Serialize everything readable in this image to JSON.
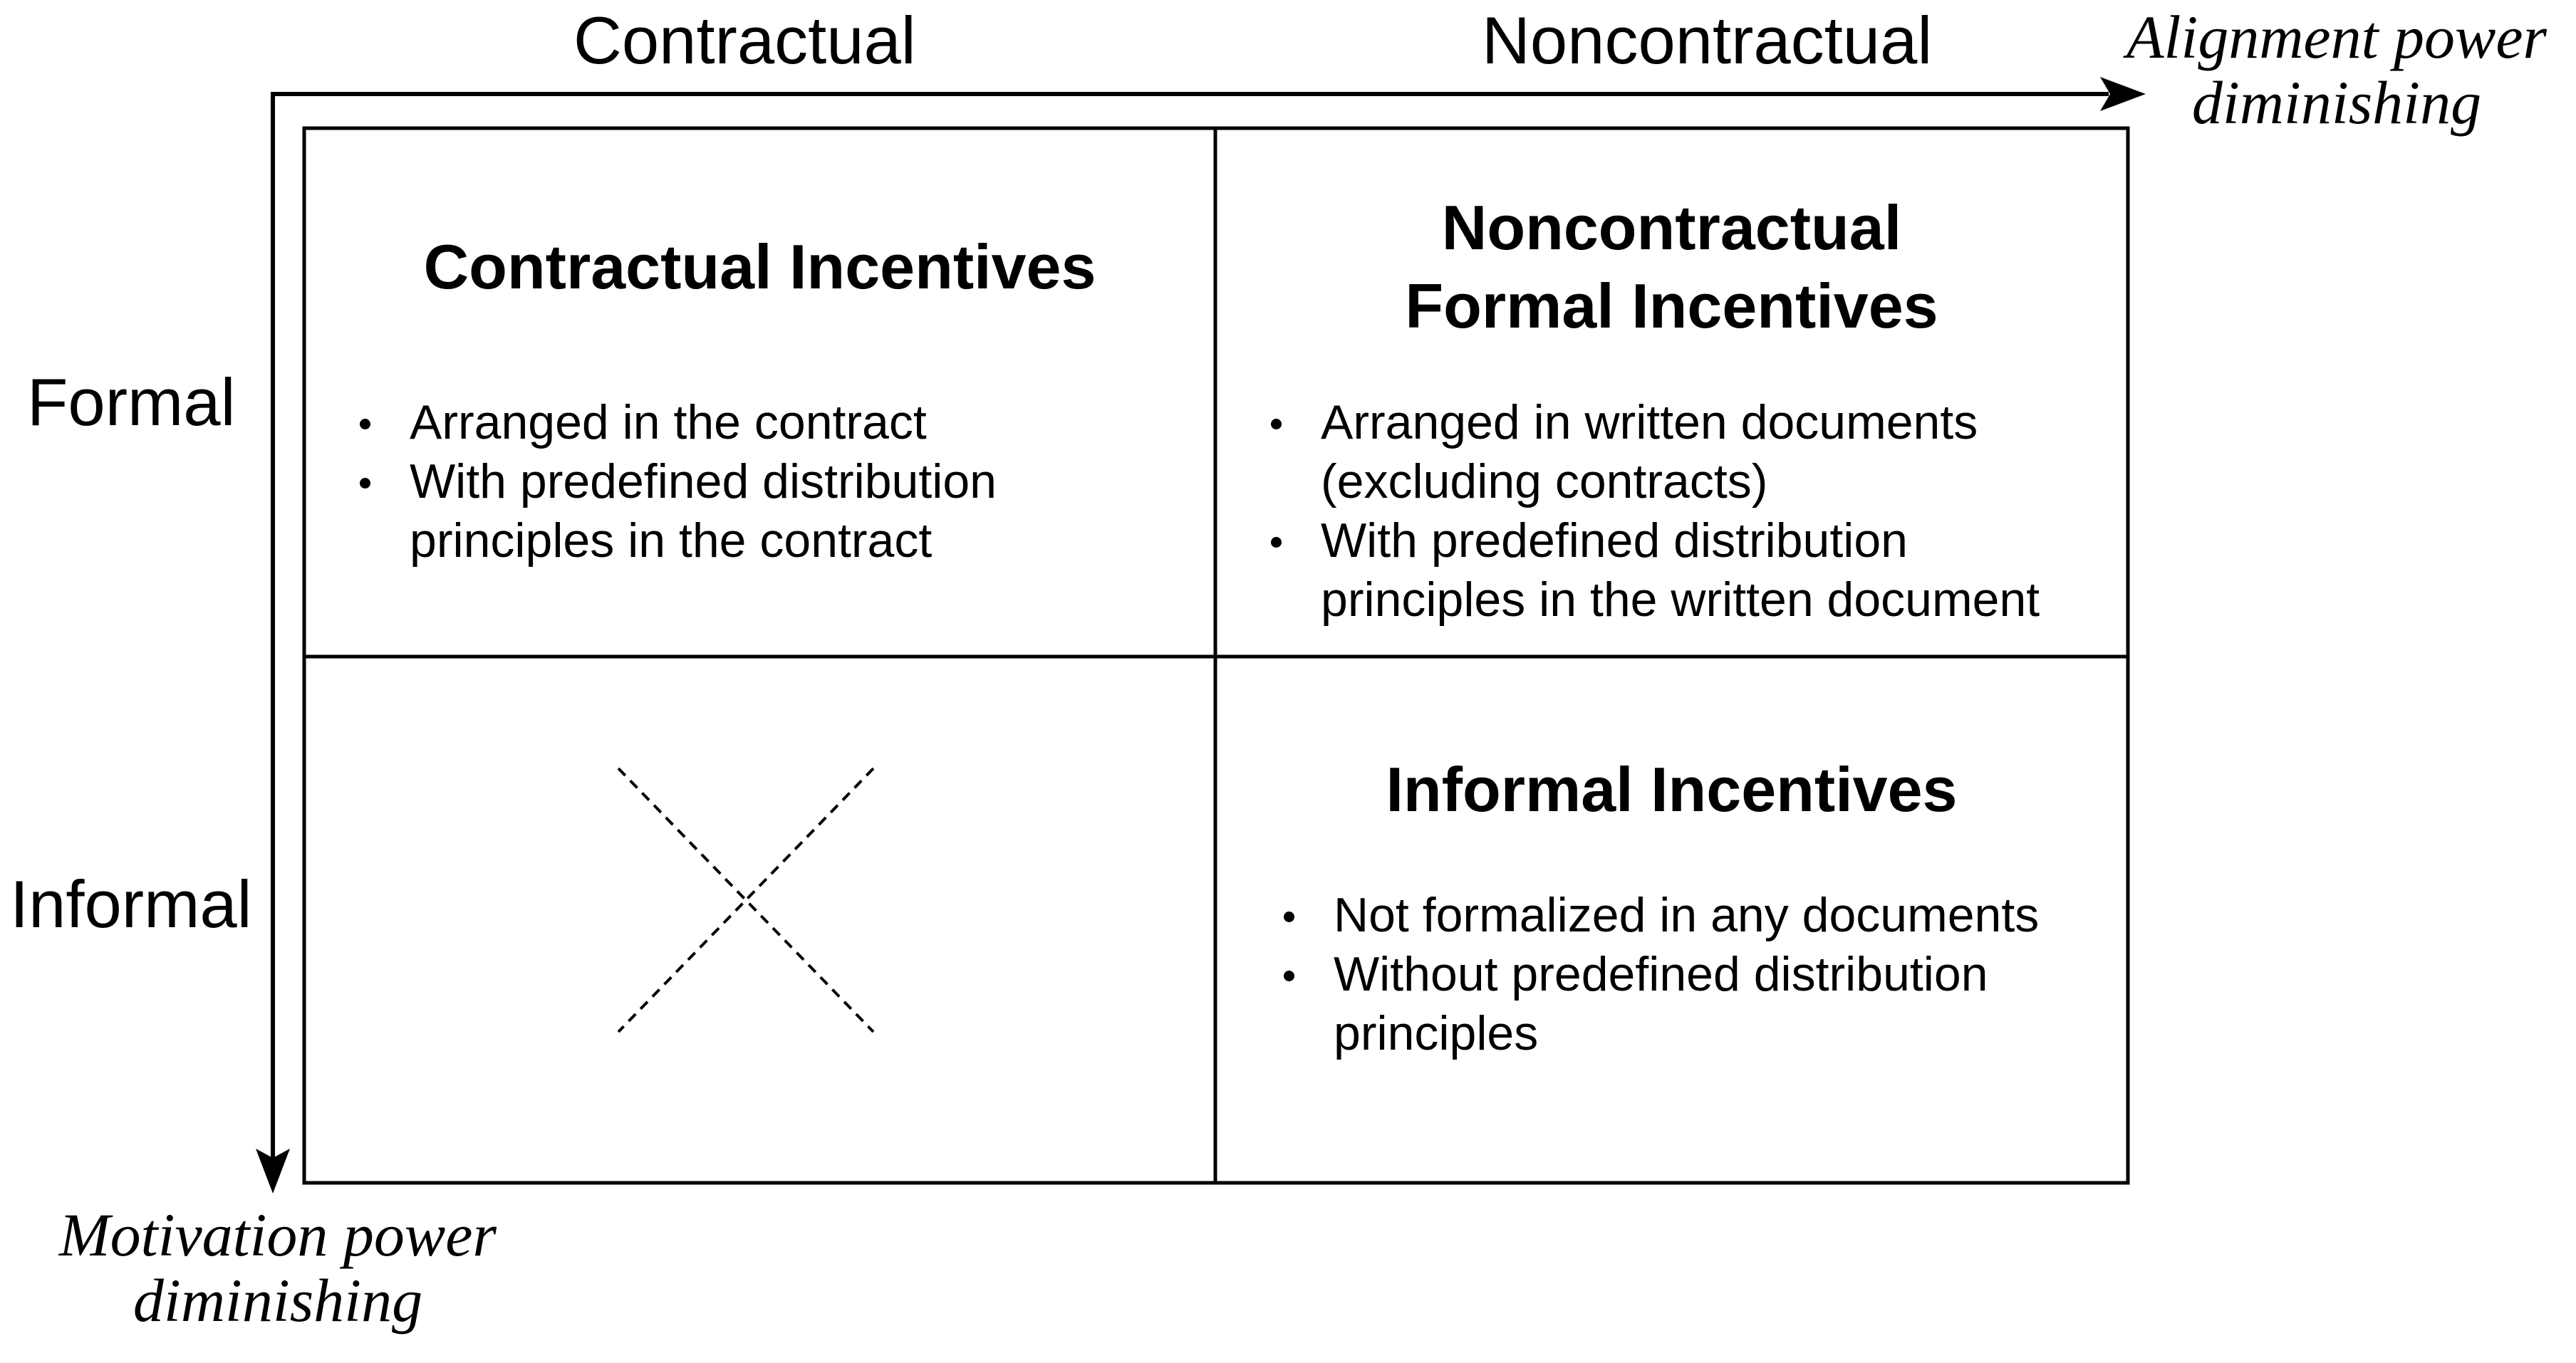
{
  "columns": [
    "Contractual",
    "Noncontractual"
  ],
  "rows": [
    "Formal",
    "Informal"
  ],
  "axes": {
    "horizontal": {
      "caption_line1": "Alignment power",
      "caption_line2": "diminishing"
    },
    "vertical": {
      "caption_line1": "Motivation power",
      "caption_line2": "diminishing"
    }
  },
  "cells": {
    "formal_contractual": {
      "title_line1": "Contractual Incentives",
      "bullets": [
        [
          "Arranged in the contract"
        ],
        [
          "With predefined distribution",
          "principles in the contract"
        ]
      ]
    },
    "formal_noncontractual": {
      "title_line1": "Noncontractual",
      "title_line2": "Formal Incentives",
      "bullets": [
        [
          "Arranged in written documents",
          "(excluding contracts)"
        ],
        [
          "With predefined distribution",
          "principles in the written document"
        ]
      ]
    },
    "informal_contractual": {
      "empty_marker_icon": "dashed-cross-icon"
    },
    "informal_noncontractual": {
      "title_line1": "Informal Incentives",
      "bullets": [
        [
          "Not formalized in any documents"
        ],
        [
          "Without predefined distribution",
          "principles"
        ]
      ]
    }
  }
}
